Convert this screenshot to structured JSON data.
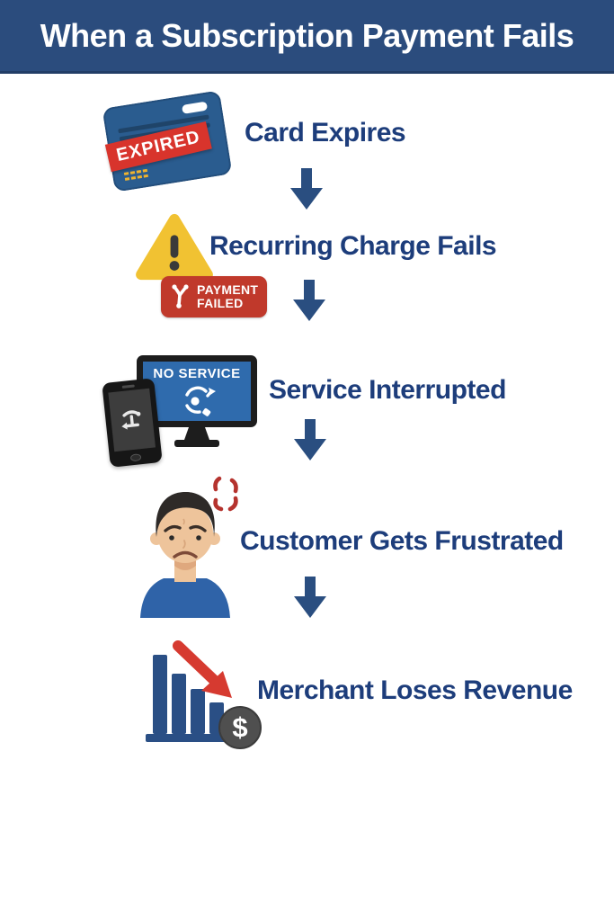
{
  "header": {
    "title": "When a Subscription Payment Fails"
  },
  "steps": [
    {
      "label": "Card Expires",
      "icon": "expired-credit-card-icon",
      "card_badge": "EXPIRED"
    },
    {
      "label": "Recurring Charge Fails",
      "icon": "warning-triangle-icon",
      "fail_badge": {
        "line1": "PAYMENT",
        "line2": "FAILED"
      }
    },
    {
      "label": "Service Interrupted",
      "icon": "no-service-monitor-icon",
      "screen_text": "NO SERVICE"
    },
    {
      "label": "Customer Gets Frustrated",
      "icon": "frustrated-customer-icon"
    },
    {
      "label": "Merchant Loses Revenue",
      "icon": "declining-bar-chart-icon",
      "currency_symbol": "$"
    }
  ],
  "icons": [
    "expired-credit-card-icon",
    "warning-triangle-icon",
    "broken-link-icon",
    "no-service-monitor-icon",
    "no-service-phone-icon",
    "broken-signal-icon",
    "frustrated-customer-icon",
    "anger-mark-icon",
    "down-arrow-icon",
    "declining-bar-chart-icon",
    "red-decline-arrow-icon",
    "dollar-coin-icon"
  ],
  "colors": {
    "header_bg": "#2b4c7d",
    "header_text": "#ffffff",
    "label_text": "#1d3d7b",
    "arrow_navy": "#2a4e80",
    "card_blue": "#2a5c8f",
    "chip_yellow": "#f0b42e",
    "expired_red": "#d8342c",
    "warning_yellow": "#f1c232",
    "badge_red": "#c0392b",
    "screen_blue": "#2f6bad",
    "skin": "#eec49b",
    "hair": "#2e2a28",
    "shirt_blue": "#2f63a8",
    "anger_red": "#b5332e",
    "bar_navy": "#2a4f85",
    "decline_arrow_red": "#d63a30",
    "coin_gray": "#4f4f4f"
  }
}
